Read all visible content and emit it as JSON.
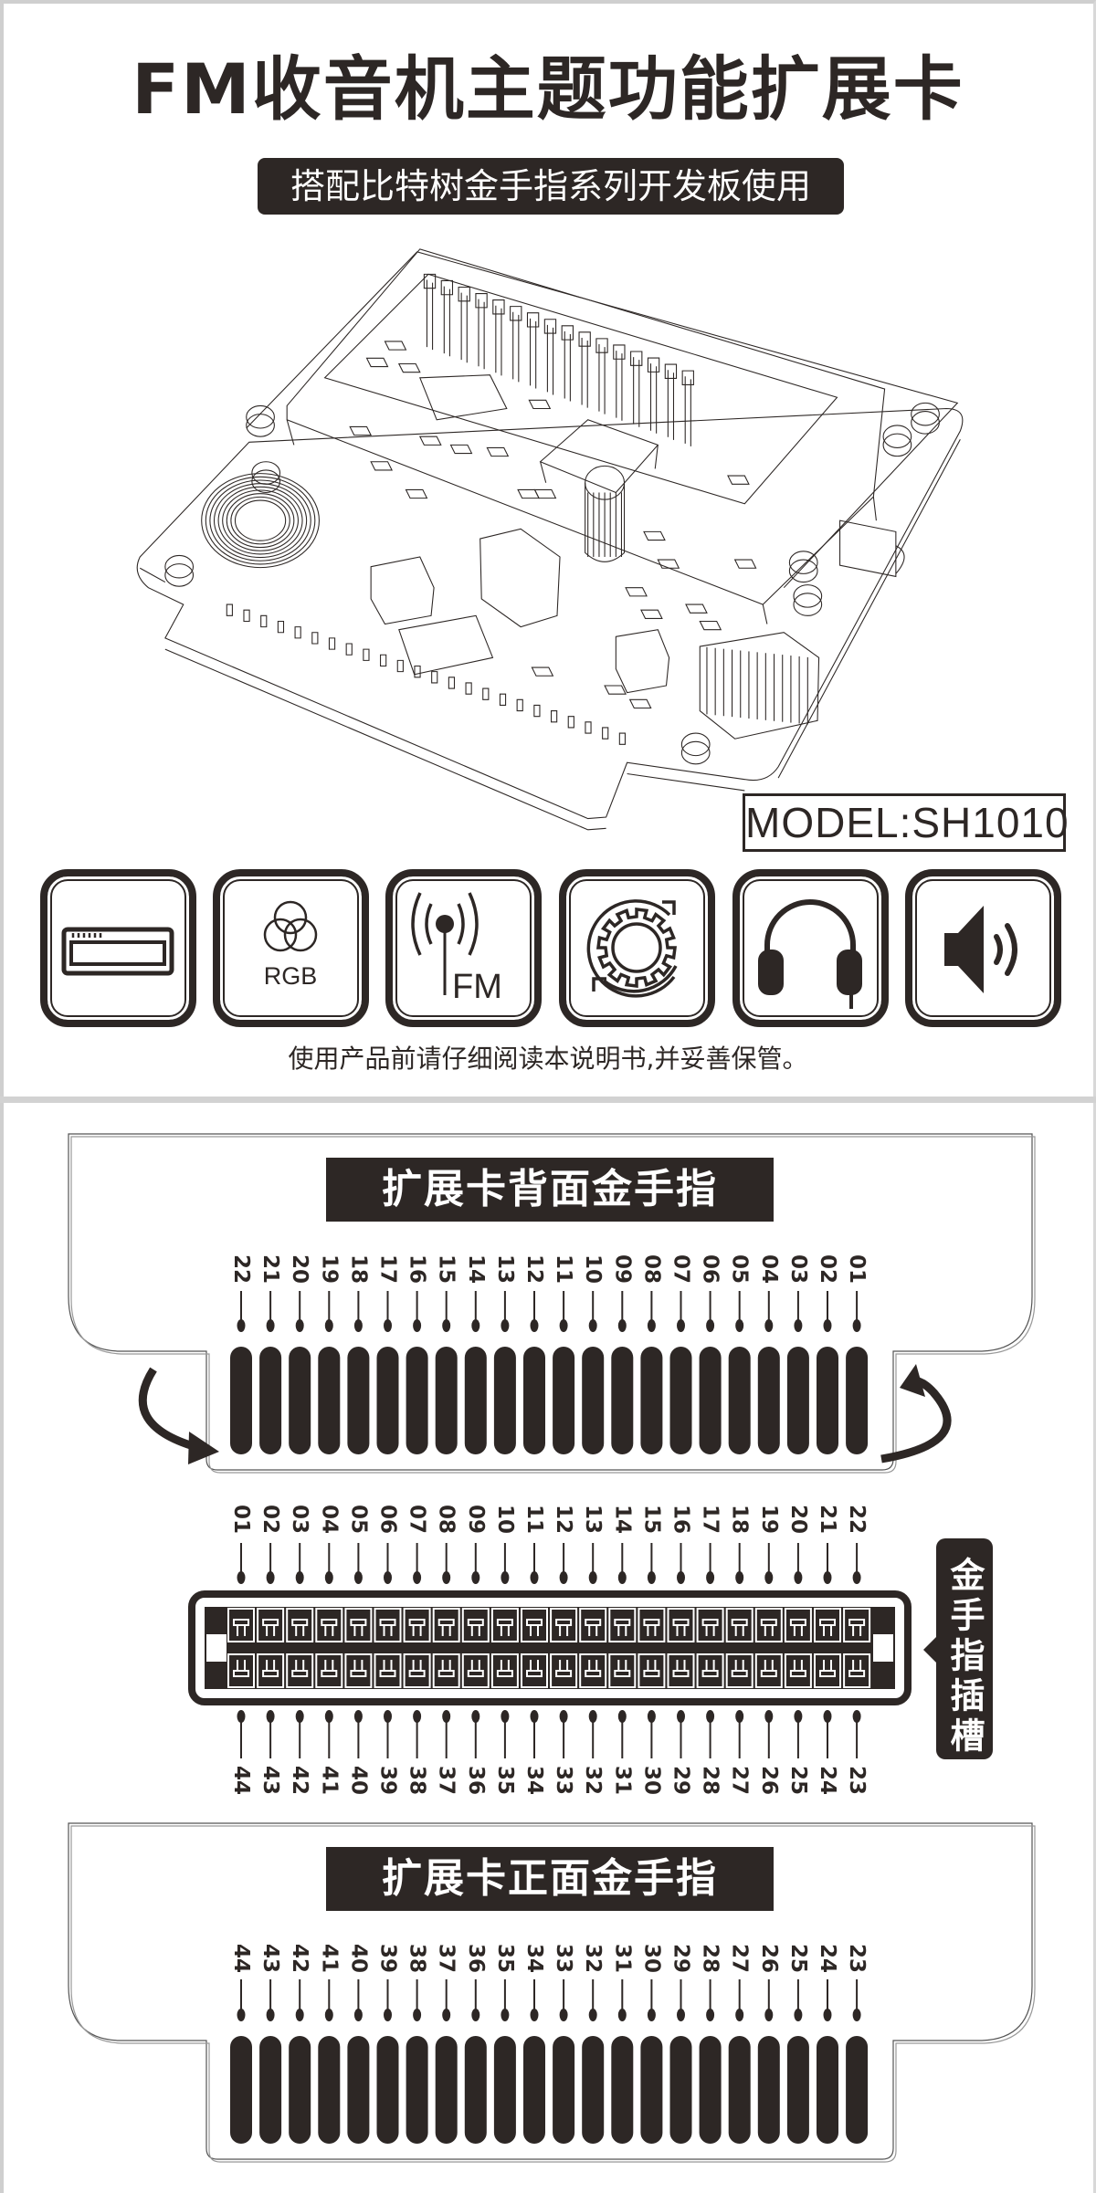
{
  "header": {
    "title": "FM收音机主题功能扩展卡",
    "subtitle": "搭配比特树金手指系列开发板使用"
  },
  "product": {
    "model": "MODEL:SH1010",
    "illustration": "pcb-board-wireframe"
  },
  "features": [
    {
      "icon": "lcd-display-icon",
      "label": ""
    },
    {
      "icon": "rgb-led-icon",
      "label": "RGB"
    },
    {
      "icon": "fm-antenna-icon",
      "label": "FM"
    },
    {
      "icon": "gear-rotate-icon",
      "label": ""
    },
    {
      "icon": "headphones-icon",
      "label": ""
    },
    {
      "icon": "speaker-icon",
      "label": ""
    }
  ],
  "footer": "使用产品前请仔细阅读本说明书,并妥善保管。",
  "back_card": {
    "title": "扩展卡背面金手指",
    "pins": [
      "22",
      "21",
      "20",
      "19",
      "18",
      "17",
      "16",
      "15",
      "14",
      "13",
      "12",
      "11",
      "10",
      "09",
      "08",
      "07",
      "06",
      "05",
      "04",
      "03",
      "02",
      "01"
    ]
  },
  "slot": {
    "label": "金手指插槽",
    "top_pins": [
      "01",
      "02",
      "03",
      "04",
      "05",
      "06",
      "07",
      "08",
      "09",
      "10",
      "11",
      "12",
      "13",
      "14",
      "15",
      "16",
      "17",
      "18",
      "19",
      "20",
      "21",
      "22"
    ],
    "bottom_pins": [
      "44",
      "43",
      "42",
      "41",
      "40",
      "39",
      "38",
      "37",
      "36",
      "35",
      "34",
      "33",
      "32",
      "31",
      "30",
      "29",
      "28",
      "27",
      "26",
      "25",
      "24",
      "23"
    ]
  },
  "front_card": {
    "title": "扩展卡正面金手指",
    "pins": [
      "44",
      "43",
      "42",
      "41",
      "40",
      "39",
      "38",
      "37",
      "36",
      "35",
      "34",
      "33",
      "32",
      "31",
      "30",
      "29",
      "28",
      "27",
      "26",
      "25",
      "24",
      "23"
    ]
  },
  "colors": {
    "ink": "#2d2725",
    "frame": "#d2d2d2"
  }
}
